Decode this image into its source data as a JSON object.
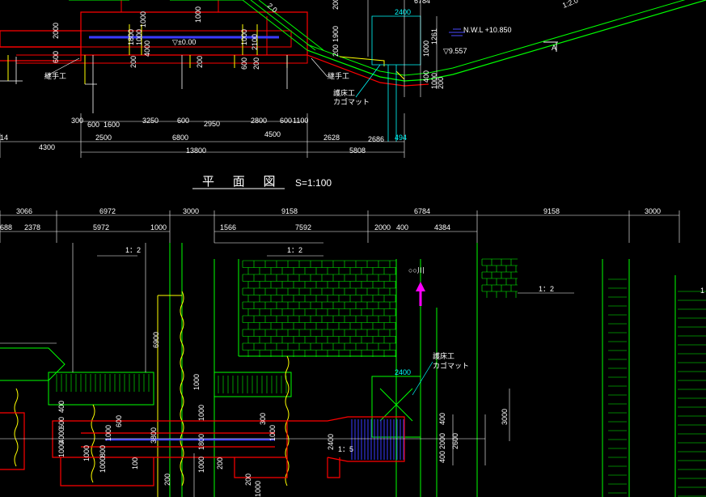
{
  "drawing": {
    "title": "平 面 図",
    "scale": "S=1:100",
    "section_marker": "A",
    "north_label": "○○川",
    "slope_top_right": "1:2.0",
    "slope_top_center": "2.0"
  },
  "elevation": {
    "nwl": "N.W.L +10.850",
    "level_zero": "▽±0.00",
    "level_9557": "▽9.557"
  },
  "labels": {
    "joint_left": "継手工",
    "joint_right": "継手工",
    "bed_top_1": "護床工",
    "bed_top_2": "カゴマット",
    "bed_bottom_1": "護床工",
    "bed_bottom_2": "カゴマット",
    "slope_a": "1：2",
    "slope_b": "1：2",
    "slope_c": "1：2",
    "slope_d": "1：5",
    "slope_e": "1"
  },
  "dims_top": {
    "d2400": "2400",
    "d6784": "6784",
    "d300": "300",
    "d600a": "600",
    "d1600": "1600",
    "d3250": "3250",
    "d600b": "600",
    "d2950": "2950",
    "d2800": "2800",
    "d1100": "1100",
    "d600c": "600",
    "d14": "14",
    "d4300": "4300",
    "d2500": "2500",
    "d6800": "6800",
    "d4500": "4500",
    "d2628": "2628",
    "d2686": "2686",
    "d494": "494",
    "d13800": "13800",
    "d5808": "5808",
    "v2000": "2000",
    "v600": "600",
    "v1000": "1000",
    "v1800": "1800",
    "v1000b": "1000",
    "v4000": "4000",
    "v200": "200",
    "v1000c": "1000",
    "v1000d": "1000",
    "v600b": "600",
    "v2100": "2100",
    "v200b": "200",
    "v1900": "1900",
    "v200c": "200",
    "v1261": "1261",
    "v1000e": "1000",
    "v400": "400",
    "v1000f": "1000",
    "v200d": "200",
    "v200e": "200",
    "v200f": "200"
  },
  "dims_plan": {
    "d3066": "3066",
    "d6972": "6972",
    "d3000a": "3000",
    "d9158a": "9158",
    "d6784": "6784",
    "d9158b": "9158",
    "d3000b": "3000",
    "d688": "688",
    "d2378": "2378",
    "d5972": "5972",
    "d1000": "1000",
    "d1566": "1566",
    "d7592": "7592",
    "d2000": "2000",
    "d400": "400",
    "d4384": "4384",
    "d2400": "2400",
    "v6900": "6900",
    "v1000a": "1000",
    "v1000b": "1000",
    "v3000": "3000",
    "v600a": "600",
    "v1000c": "1000",
    "v1800": "1800",
    "v1000d": "1000",
    "v3800": "3800",
    "v600b": "600",
    "v1000e": "1000",
    "v1000f": "1000",
    "v100": "100",
    "v200a": "200",
    "v200b": "200",
    "v300": "300",
    "v1000g": "1000",
    "v2400": "2400",
    "v400a": "400",
    "v2000": "2000",
    "v2600": "2600",
    "v400b": "400",
    "v800": "800",
    "v1000h": "1000",
    "v4000": "4000",
    "v400c": "400",
    "v1000i": "1000",
    "v200c": "200"
  },
  "colors": {
    "background": "#000000",
    "dimension": "#ffffff",
    "structure": "#ff0000",
    "slope_green": "#00ff00",
    "bed_cyan": "#00ffff",
    "water_blue": "#0000ff",
    "pier_yellow": "#ffff00",
    "north_magenta": "#ff00ff"
  }
}
